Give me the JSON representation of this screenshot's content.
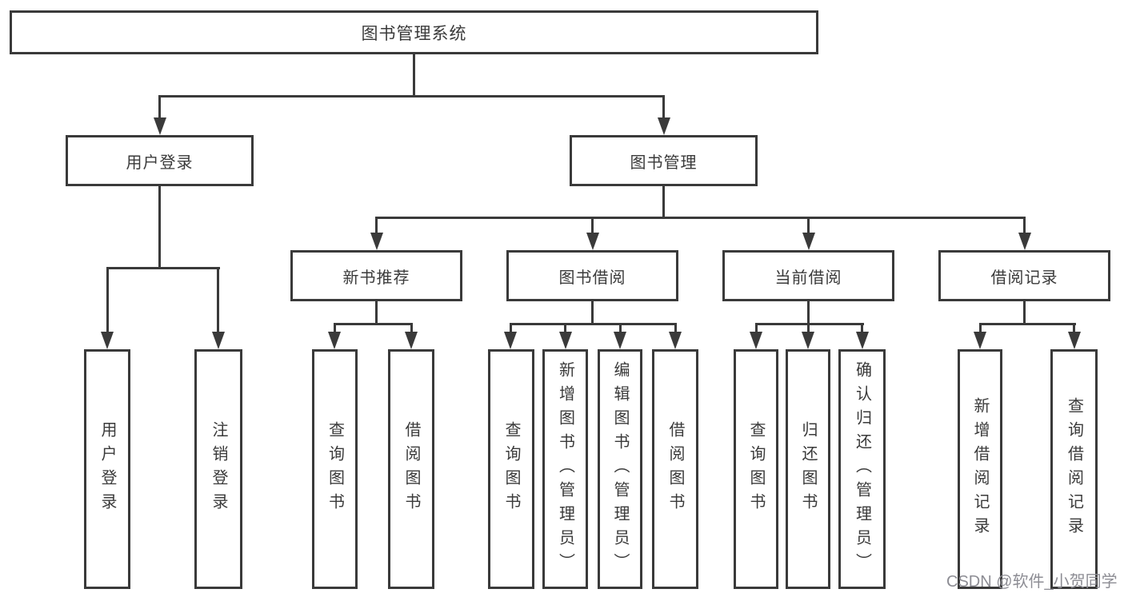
{
  "diagram": {
    "root": {
      "label": "图书管理系统"
    },
    "level2": [
      {
        "label": "用户登录"
      },
      {
        "label": "图书管理"
      }
    ],
    "categories": [
      {
        "label": "新书推荐"
      },
      {
        "label": "图书借阅"
      },
      {
        "label": "当前借阅"
      },
      {
        "label": "借阅记录"
      }
    ],
    "leaves": {
      "user_login": "用户登录",
      "logout_login": "注销登录",
      "newbook_query": "查询图书",
      "newbook_borrow": "借阅图书",
      "borrow_query": "查询图书",
      "borrow_add": "新增图书（管理员）",
      "borrow_edit": "编辑图书（管理员）",
      "borrow_borrow": "借阅图书",
      "current_query": "查询图书",
      "current_return": "归还图书",
      "current_confirm": "确认归还（管理员）",
      "record_add": "新增借阅记录",
      "record_query": "查询借阅记录"
    }
  },
  "watermark": {
    "text": "CSDN @软件_小贺同学",
    "color": "#8d8d94"
  },
  "colors": {
    "line": "#3a3a3a",
    "text": "#3a3a3a",
    "box_fill": "#ffffff",
    "background": "#ffffff"
  }
}
